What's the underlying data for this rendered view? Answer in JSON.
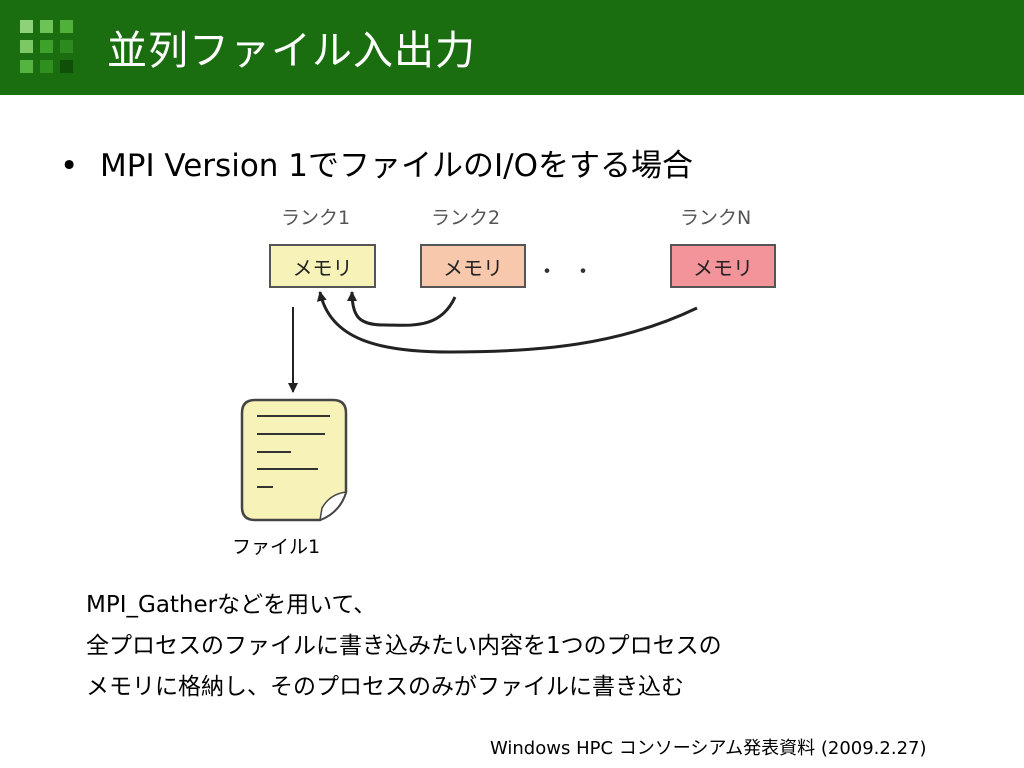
{
  "header": {
    "title": "並列ファイル入出力",
    "color": "#1a6e10"
  },
  "bullet": {
    "symbol": "•",
    "text": "MPI Version 1でファイルのI/Oをする場合"
  },
  "diagram": {
    "ranks": [
      {
        "label": "ランク1",
        "memory": "メモリ",
        "color": "#f7f3b8"
      },
      {
        "label": "ランク2",
        "memory": "メモリ",
        "color": "#f7c8ac"
      },
      {
        "label": "ランクN",
        "memory": "メモリ",
        "color": "#f3939a"
      }
    ],
    "ellipsis": "・・",
    "file_label": "ファイル1",
    "file_color": "#f7f3b8"
  },
  "description": {
    "line1": "MPI_Gatherなどを用いて、",
    "line2": "全プロセスのファイルに書き込みたい内容を1つのプロセスの",
    "line3": "メモリに格納し、そのプロセスのみがファイルに書き込む"
  },
  "footer": {
    "text": "Windows HPC コンソーシアム発表資料 (2009.2.27)"
  }
}
